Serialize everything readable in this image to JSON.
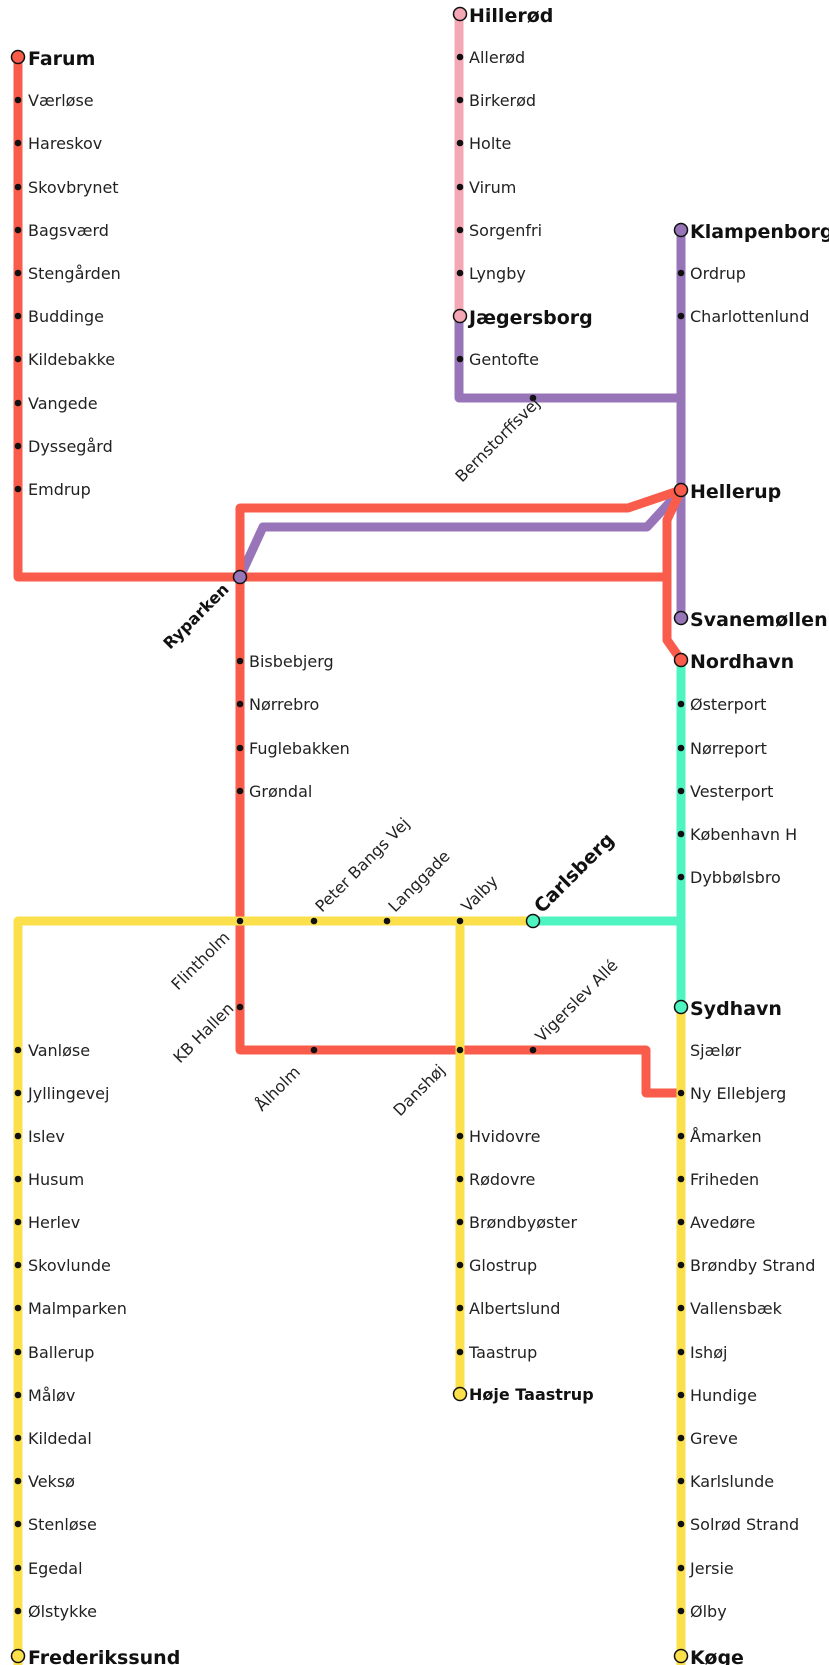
{
  "colors": {
    "red": "#fa5c4b",
    "pink": "#f4a8b6",
    "purple": "#9875b8",
    "yellow": "#fbe04c",
    "teal": "#4ff5c0",
    "dot": "#111111"
  },
  "lines": {
    "red": "Red line (Farum – Ryparken – Hellerup – Nordhavn / Ryparken – Flintholm – Ny Ellebjerg)",
    "pink": "Pink line (Hillerød – Jægersborg)",
    "purple": "Purple line (Jægersborg – Hellerup – Klampenborg/Svanemøllen – Ryparken)",
    "yellow": "Yellow line (Frederikssund, Høje Taastrup, Køge)",
    "teal": "Teal line (Nordhavn – Sydhavn, Carlsberg)"
  },
  "stations": {
    "hillerod": "Hillerød",
    "allerod": "Allerød",
    "birkerod": "Birkerød",
    "holte": "Holte",
    "virum": "Virum",
    "sorgenfri": "Sorgenfri",
    "lyngby": "Lyngby",
    "jaegersborg": "Jægersborg",
    "gentofte": "Gentofte",
    "bernstorffsvej": "Bernstorffsvej",
    "klampenborg": "Klampenborg",
    "ordrup": "Ordrup",
    "charlottenlund": "Charlottenlund",
    "hellerup": "Hellerup",
    "svanemollen": "Svanemøllen",
    "nordhavn": "Nordhavn",
    "osterport": "Østerport",
    "norreport": "Nørreport",
    "vesterport": "Vesterport",
    "kobenhavn_h": "København H",
    "dybbolsbro": "Dybbølsbro",
    "carlsberg": "Carlsberg",
    "sydhavn": "Sydhavn",
    "sjaelor": "Sjælør",
    "ny_ellebjerg": "Ny Ellebjerg",
    "amarken": "Åmarken",
    "friheden": "Friheden",
    "avedore": "Avedøre",
    "brondby_strand": "Brøndby Strand",
    "vallensbaek": "Vallensbæk",
    "ishoj": "Ishøj",
    "hundige": "Hundige",
    "greve": "Greve",
    "karlslunde": "Karlslunde",
    "solrod_strand": "Solrød Strand",
    "jersie": "Jersie",
    "olby": "Ølby",
    "koge": "Køge",
    "farum": "Farum",
    "vaerlose": "Værløse",
    "hareskov": "Hareskov",
    "skovbrynet": "Skovbrynet",
    "bagsvaerd": "Bagsværd",
    "stengarden": "Stengården",
    "buddinge": "Buddinge",
    "kildebakke": "Kildebakke",
    "vangede": "Vangede",
    "dyssegard": "Dyssegård",
    "emdrup": "Emdrup",
    "ryparken": "Ryparken",
    "bisbebjerg": "Bisbebjerg",
    "norrebro": "Nørrebro",
    "fuglebakken": "Fuglebakken",
    "grondal": "Grøndal",
    "flintholm": "Flintholm",
    "peter_bangs_vej": "Peter Bangs Vej",
    "langgade": "Langgade",
    "valby": "Valby",
    "kb_hallen": "KB Hallen",
    "alholm": "Ålholm",
    "danshoj": "Danshøj",
    "vigerslev_alle": "Vigerslev Allé",
    "hvidovre": "Hvidovre",
    "rodovre": "Rødovre",
    "brondbyoster": "Brøndbyøster",
    "glostrup": "Glostrup",
    "albertslund": "Albertslund",
    "taastrup": "Taastrup",
    "hoje_taastrup": "Høje Taastrup",
    "vanlose": "Vanløse",
    "jyllingevej": "Jyllingevej",
    "islev": "Islev",
    "husum": "Husum",
    "herlev": "Herlev",
    "skovlunde": "Skovlunde",
    "malmparken": "Malmparken",
    "ballerup": "Ballerup",
    "malov": "Måløv",
    "kildedal": "Kildedal",
    "veksoe": "Veksø",
    "stenlose": "Stenløse",
    "egedal": "Egedal",
    "olstykke": "Ølstykke",
    "frederikssund": "Frederikssund"
  }
}
